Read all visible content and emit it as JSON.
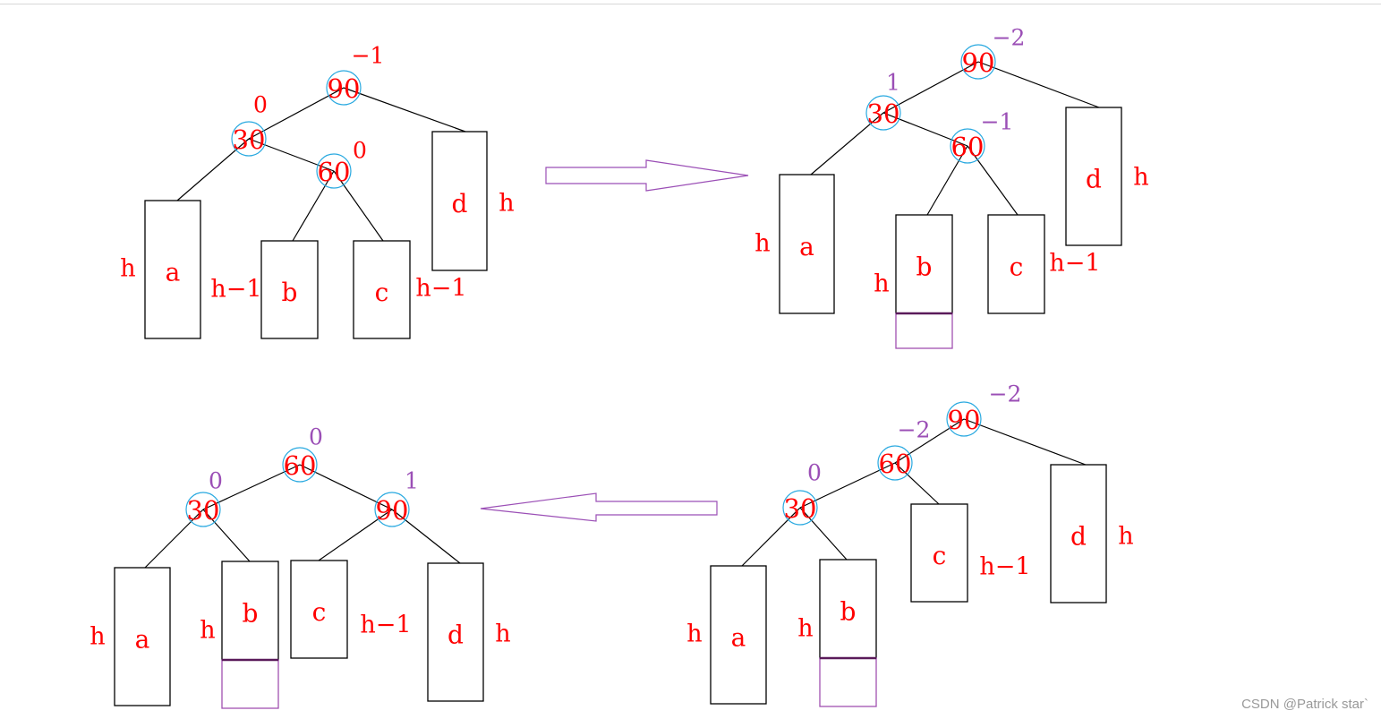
{
  "colors": {
    "node_text": "#ff0000",
    "circle": "#29a9e0",
    "label_red": "#ff0000",
    "label_purple": "#9b4fb6",
    "arrow": "#9b4fb6",
    "line": "#000000",
    "extra_box": "#a050b0"
  },
  "watermark": "CSDN @Patrick star`",
  "panels": {
    "top_left": {
      "nodes": [
        {
          "id": "90",
          "text": "90",
          "bf": "−1",
          "bf_color": "red"
        },
        {
          "id": "30",
          "text": "30",
          "bf": "0",
          "bf_color": "red"
        },
        {
          "id": "60",
          "text": "60",
          "bf": "0",
          "bf_color": "red"
        }
      ],
      "subtrees": [
        {
          "name": "a",
          "height": "h"
        },
        {
          "name": "b",
          "height": "h−1"
        },
        {
          "name": "c",
          "height": "h−1"
        },
        {
          "name": "d",
          "height": "h"
        }
      ]
    },
    "top_right": {
      "nodes": [
        {
          "id": "90",
          "text": "90",
          "bf": "−2",
          "bf_color": "purple"
        },
        {
          "id": "30",
          "text": "30",
          "bf": "1",
          "bf_color": "purple"
        },
        {
          "id": "60",
          "text": "60",
          "bf": "−1",
          "bf_color": "purple"
        }
      ],
      "subtrees": [
        {
          "name": "a",
          "height": "h"
        },
        {
          "name": "b",
          "height": "h"
        },
        {
          "name": "c",
          "height": "h−1"
        },
        {
          "name": "d",
          "height": "h"
        }
      ]
    },
    "bottom_right": {
      "nodes": [
        {
          "id": "90",
          "text": "90",
          "bf": "−2",
          "bf_color": "purple"
        },
        {
          "id": "60",
          "text": "60",
          "bf": "−2",
          "bf_color": "purple"
        },
        {
          "id": "30",
          "text": "30",
          "bf": "0",
          "bf_color": "purple"
        }
      ],
      "subtrees": [
        {
          "name": "a",
          "height": "h"
        },
        {
          "name": "b",
          "height": "h"
        },
        {
          "name": "c",
          "height": "h−1"
        },
        {
          "name": "d",
          "height": "h"
        }
      ]
    },
    "bottom_left": {
      "nodes": [
        {
          "id": "60",
          "text": "60",
          "bf": "0",
          "bf_color": "purple"
        },
        {
          "id": "30",
          "text": "30",
          "bf": "0",
          "bf_color": "purple"
        },
        {
          "id": "90",
          "text": "90",
          "bf": "1",
          "bf_color": "purple"
        }
      ],
      "subtrees": [
        {
          "name": "a",
          "height": "h"
        },
        {
          "name": "b",
          "height": "h"
        },
        {
          "name": "c",
          "height": "h−1"
        },
        {
          "name": "d",
          "height": "h"
        }
      ]
    }
  }
}
